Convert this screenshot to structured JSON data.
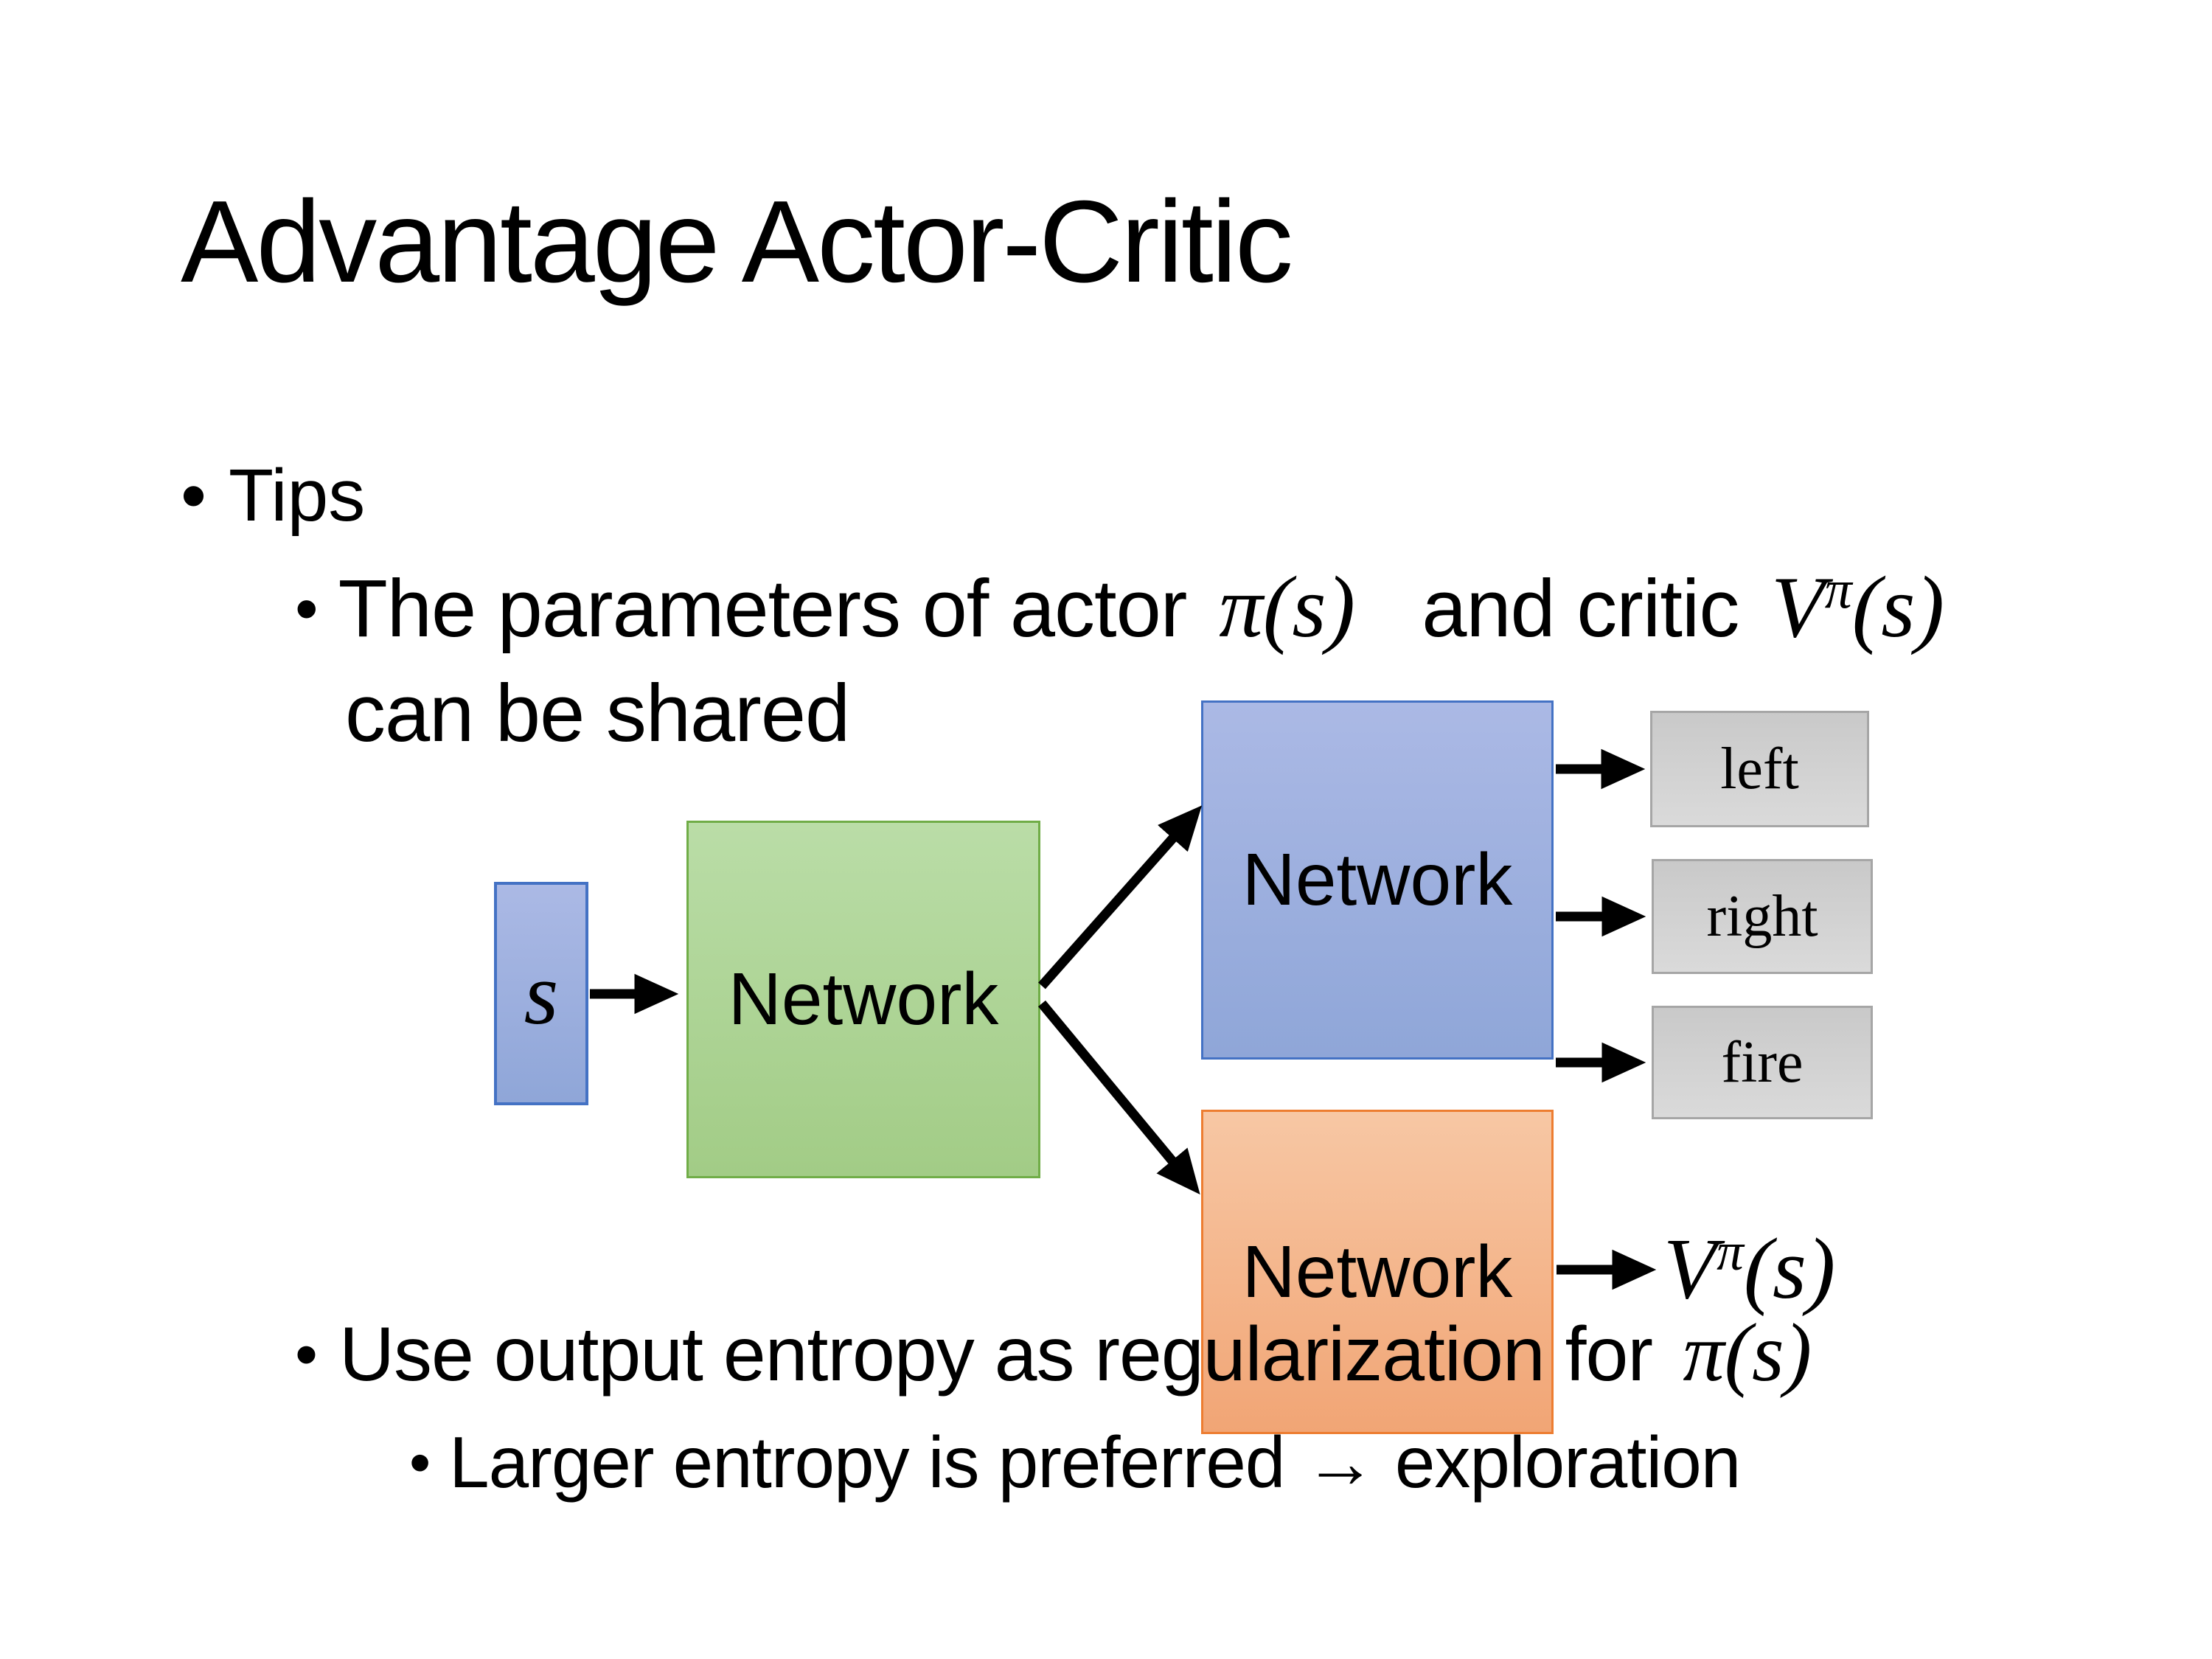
{
  "slide": {
    "title": "Advantage Actor-Critic",
    "background": "#ffffff"
  },
  "glyphs": {
    "bullet": "•"
  },
  "colors": {
    "accent-blue": "#4472c4",
    "accent-blue-fill-top": "#abb9e5",
    "accent-blue-fill-bottom": "#8fa6d8",
    "accent-green": "#70ad47",
    "accent-green-fill-top": "#badda7",
    "accent-green-fill-bottom": "#a2cc86",
    "accent-orange": "#ed7d31",
    "accent-orange-fill-top": "#f7c7a4",
    "accent-orange-fill-bottom": "#f1a575",
    "gray-border": "#a6a6a6",
    "gray-fill-top": "#c9c9c9",
    "gray-fill-bottom": "#dadada",
    "text": "#000000"
  },
  "bullets": {
    "tips": "Tips",
    "shared_params": {
      "pre": "The parameters of actor",
      "actor_math": "π(s)",
      "mid": "and critic",
      "critic_base": "V",
      "critic_sup": "π",
      "critic_args": "(s)",
      "continuation": "can be shared"
    },
    "entropy": {
      "pre": "Use output entropy as regularization for",
      "math": "π(s)"
    },
    "exploration": "Larger entropy is preferred → exploration"
  },
  "diagram": {
    "state_label": "s",
    "shared_network_label": "Network",
    "actor_network_label": "Network",
    "critic_network_label": "Network",
    "action_labels": [
      "left",
      "right",
      "fire"
    ],
    "value_output": {
      "base": "V",
      "sup": "π",
      "args": "(s)"
    }
  }
}
